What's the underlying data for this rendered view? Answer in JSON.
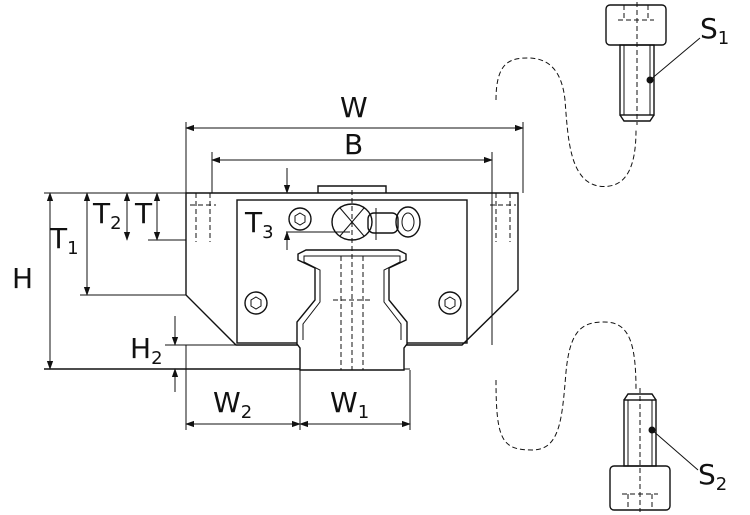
{
  "labels": {
    "W": {
      "main": "W",
      "sub": ""
    },
    "B": {
      "main": "B",
      "sub": ""
    },
    "T": {
      "main": "T",
      "sub": ""
    },
    "T1": {
      "main": "T",
      "sub": "1"
    },
    "T2": {
      "main": "T",
      "sub": "2"
    },
    "T3": {
      "main": "T",
      "sub": "3"
    },
    "H": {
      "main": "H",
      "sub": ""
    },
    "H2": {
      "main": "H",
      "sub": "2"
    },
    "W1": {
      "main": "W",
      "sub": "1"
    },
    "W2": {
      "main": "W",
      "sub": "2"
    },
    "S1": {
      "main": "S",
      "sub": "1"
    },
    "S2": {
      "main": "S",
      "sub": "2"
    }
  }
}
